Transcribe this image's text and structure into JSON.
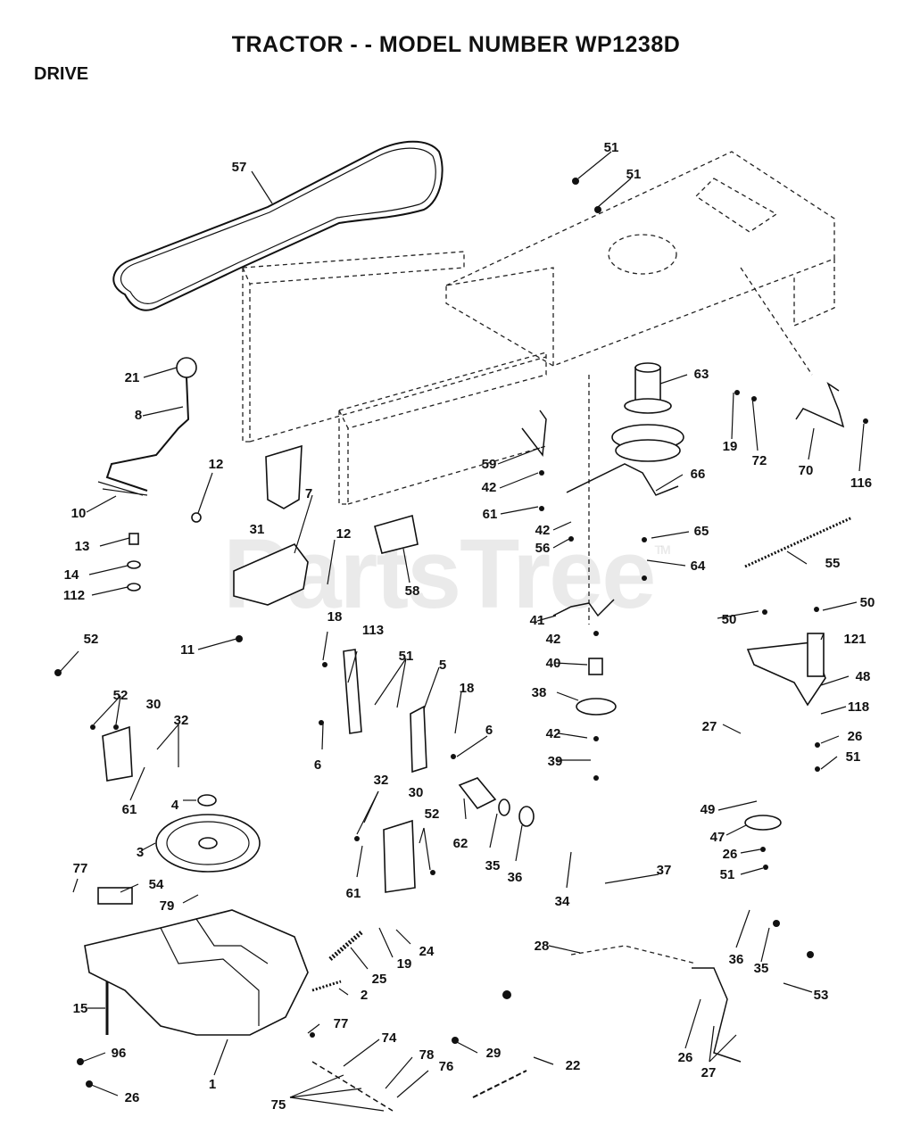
{
  "title": "TRACTOR - - MODEL NUMBER WP1238D",
  "section": "DRIVE",
  "watermark": "PartsTree",
  "watermark_mark": "TM",
  "colors": {
    "ink": "#111111",
    "background": "#ffffff",
    "watermark": "#a0a0a0"
  },
  "callouts": [
    {
      "id": "c57",
      "label": "57"
    },
    {
      "id": "c51a",
      "label": "51"
    },
    {
      "id": "c51b",
      "label": "51"
    },
    {
      "id": "c21",
      "label": "21"
    },
    {
      "id": "c8",
      "label": "8"
    },
    {
      "id": "c12a",
      "label": "12"
    },
    {
      "id": "c10",
      "label": "10"
    },
    {
      "id": "c31",
      "label": "31"
    },
    {
      "id": "c7",
      "label": "7"
    },
    {
      "id": "c13",
      "label": "13"
    },
    {
      "id": "c12b",
      "label": "12"
    },
    {
      "id": "c14",
      "label": "14"
    },
    {
      "id": "c112",
      "label": "112"
    },
    {
      "id": "c58",
      "label": "58"
    },
    {
      "id": "c63",
      "label": "63"
    },
    {
      "id": "c19a",
      "label": "19"
    },
    {
      "id": "c72",
      "label": "72"
    },
    {
      "id": "c70",
      "label": "70"
    },
    {
      "id": "c116",
      "label": "116"
    },
    {
      "id": "c59",
      "label": "59"
    },
    {
      "id": "c66",
      "label": "66"
    },
    {
      "id": "c42a",
      "label": "42"
    },
    {
      "id": "c61a",
      "label": "61"
    },
    {
      "id": "c42b",
      "label": "42"
    },
    {
      "id": "c56",
      "label": "56"
    },
    {
      "id": "c65",
      "label": "65"
    },
    {
      "id": "c64",
      "label": "64"
    },
    {
      "id": "c55",
      "label": "55"
    },
    {
      "id": "c52a",
      "label": "52"
    },
    {
      "id": "c11",
      "label": "11"
    },
    {
      "id": "c18a",
      "label": "18"
    },
    {
      "id": "c113",
      "label": "113"
    },
    {
      "id": "c41",
      "label": "41"
    },
    {
      "id": "c50a",
      "label": "50"
    },
    {
      "id": "c50b",
      "label": "50"
    },
    {
      "id": "c121",
      "label": "121"
    },
    {
      "id": "c42c",
      "label": "42"
    },
    {
      "id": "c51c",
      "label": "51"
    },
    {
      "id": "c5",
      "label": "5"
    },
    {
      "id": "c40",
      "label": "40"
    },
    {
      "id": "c48",
      "label": "48"
    },
    {
      "id": "c52b",
      "label": "52"
    },
    {
      "id": "c30a",
      "label": "30"
    },
    {
      "id": "c32a",
      "label": "32"
    },
    {
      "id": "c18b",
      "label": "18"
    },
    {
      "id": "c38",
      "label": "38"
    },
    {
      "id": "c118",
      "label": "118"
    },
    {
      "id": "c27a",
      "label": "27"
    },
    {
      "id": "c6a",
      "label": "6"
    },
    {
      "id": "c6b",
      "label": "6"
    },
    {
      "id": "c42d",
      "label": "42"
    },
    {
      "id": "c26a",
      "label": "26"
    },
    {
      "id": "c61b",
      "label": "61"
    },
    {
      "id": "c39",
      "label": "39"
    },
    {
      "id": "c51d",
      "label": "51"
    },
    {
      "id": "c4",
      "label": "4"
    },
    {
      "id": "c32b",
      "label": "32"
    },
    {
      "id": "c30b",
      "label": "30"
    },
    {
      "id": "c52c",
      "label": "52"
    },
    {
      "id": "c49",
      "label": "49"
    },
    {
      "id": "c3",
      "label": "3"
    },
    {
      "id": "c62",
      "label": "62"
    },
    {
      "id": "c35a",
      "label": "35"
    },
    {
      "id": "c47",
      "label": "47"
    },
    {
      "id": "c26b",
      "label": "26"
    },
    {
      "id": "c61c",
      "label": "61"
    },
    {
      "id": "c36a",
      "label": "36"
    },
    {
      "id": "c77a",
      "label": "77"
    },
    {
      "id": "c54",
      "label": "54"
    },
    {
      "id": "c37",
      "label": "37"
    },
    {
      "id": "c51e",
      "label": "51"
    },
    {
      "id": "c34",
      "label": "34"
    },
    {
      "id": "c79",
      "label": "79"
    },
    {
      "id": "c24",
      "label": "24"
    },
    {
      "id": "c28",
      "label": "28"
    },
    {
      "id": "c36b",
      "label": "36"
    },
    {
      "id": "c19b",
      "label": "19"
    },
    {
      "id": "c25",
      "label": "25"
    },
    {
      "id": "c35b",
      "label": "35"
    },
    {
      "id": "c53",
      "label": "53"
    },
    {
      "id": "c2",
      "label": "2"
    },
    {
      "id": "c15",
      "label": "15"
    },
    {
      "id": "c77b",
      "label": "77"
    },
    {
      "id": "c96",
      "label": "96"
    },
    {
      "id": "c74",
      "label": "74"
    },
    {
      "id": "c29",
      "label": "29"
    },
    {
      "id": "c78",
      "label": "78"
    },
    {
      "id": "c76",
      "label": "76"
    },
    {
      "id": "c22",
      "label": "22"
    },
    {
      "id": "c26c",
      "label": "26"
    },
    {
      "id": "c27b",
      "label": "27"
    },
    {
      "id": "c1",
      "label": "1"
    },
    {
      "id": "c26d",
      "label": "26"
    },
    {
      "id": "c75",
      "label": "75"
    }
  ]
}
